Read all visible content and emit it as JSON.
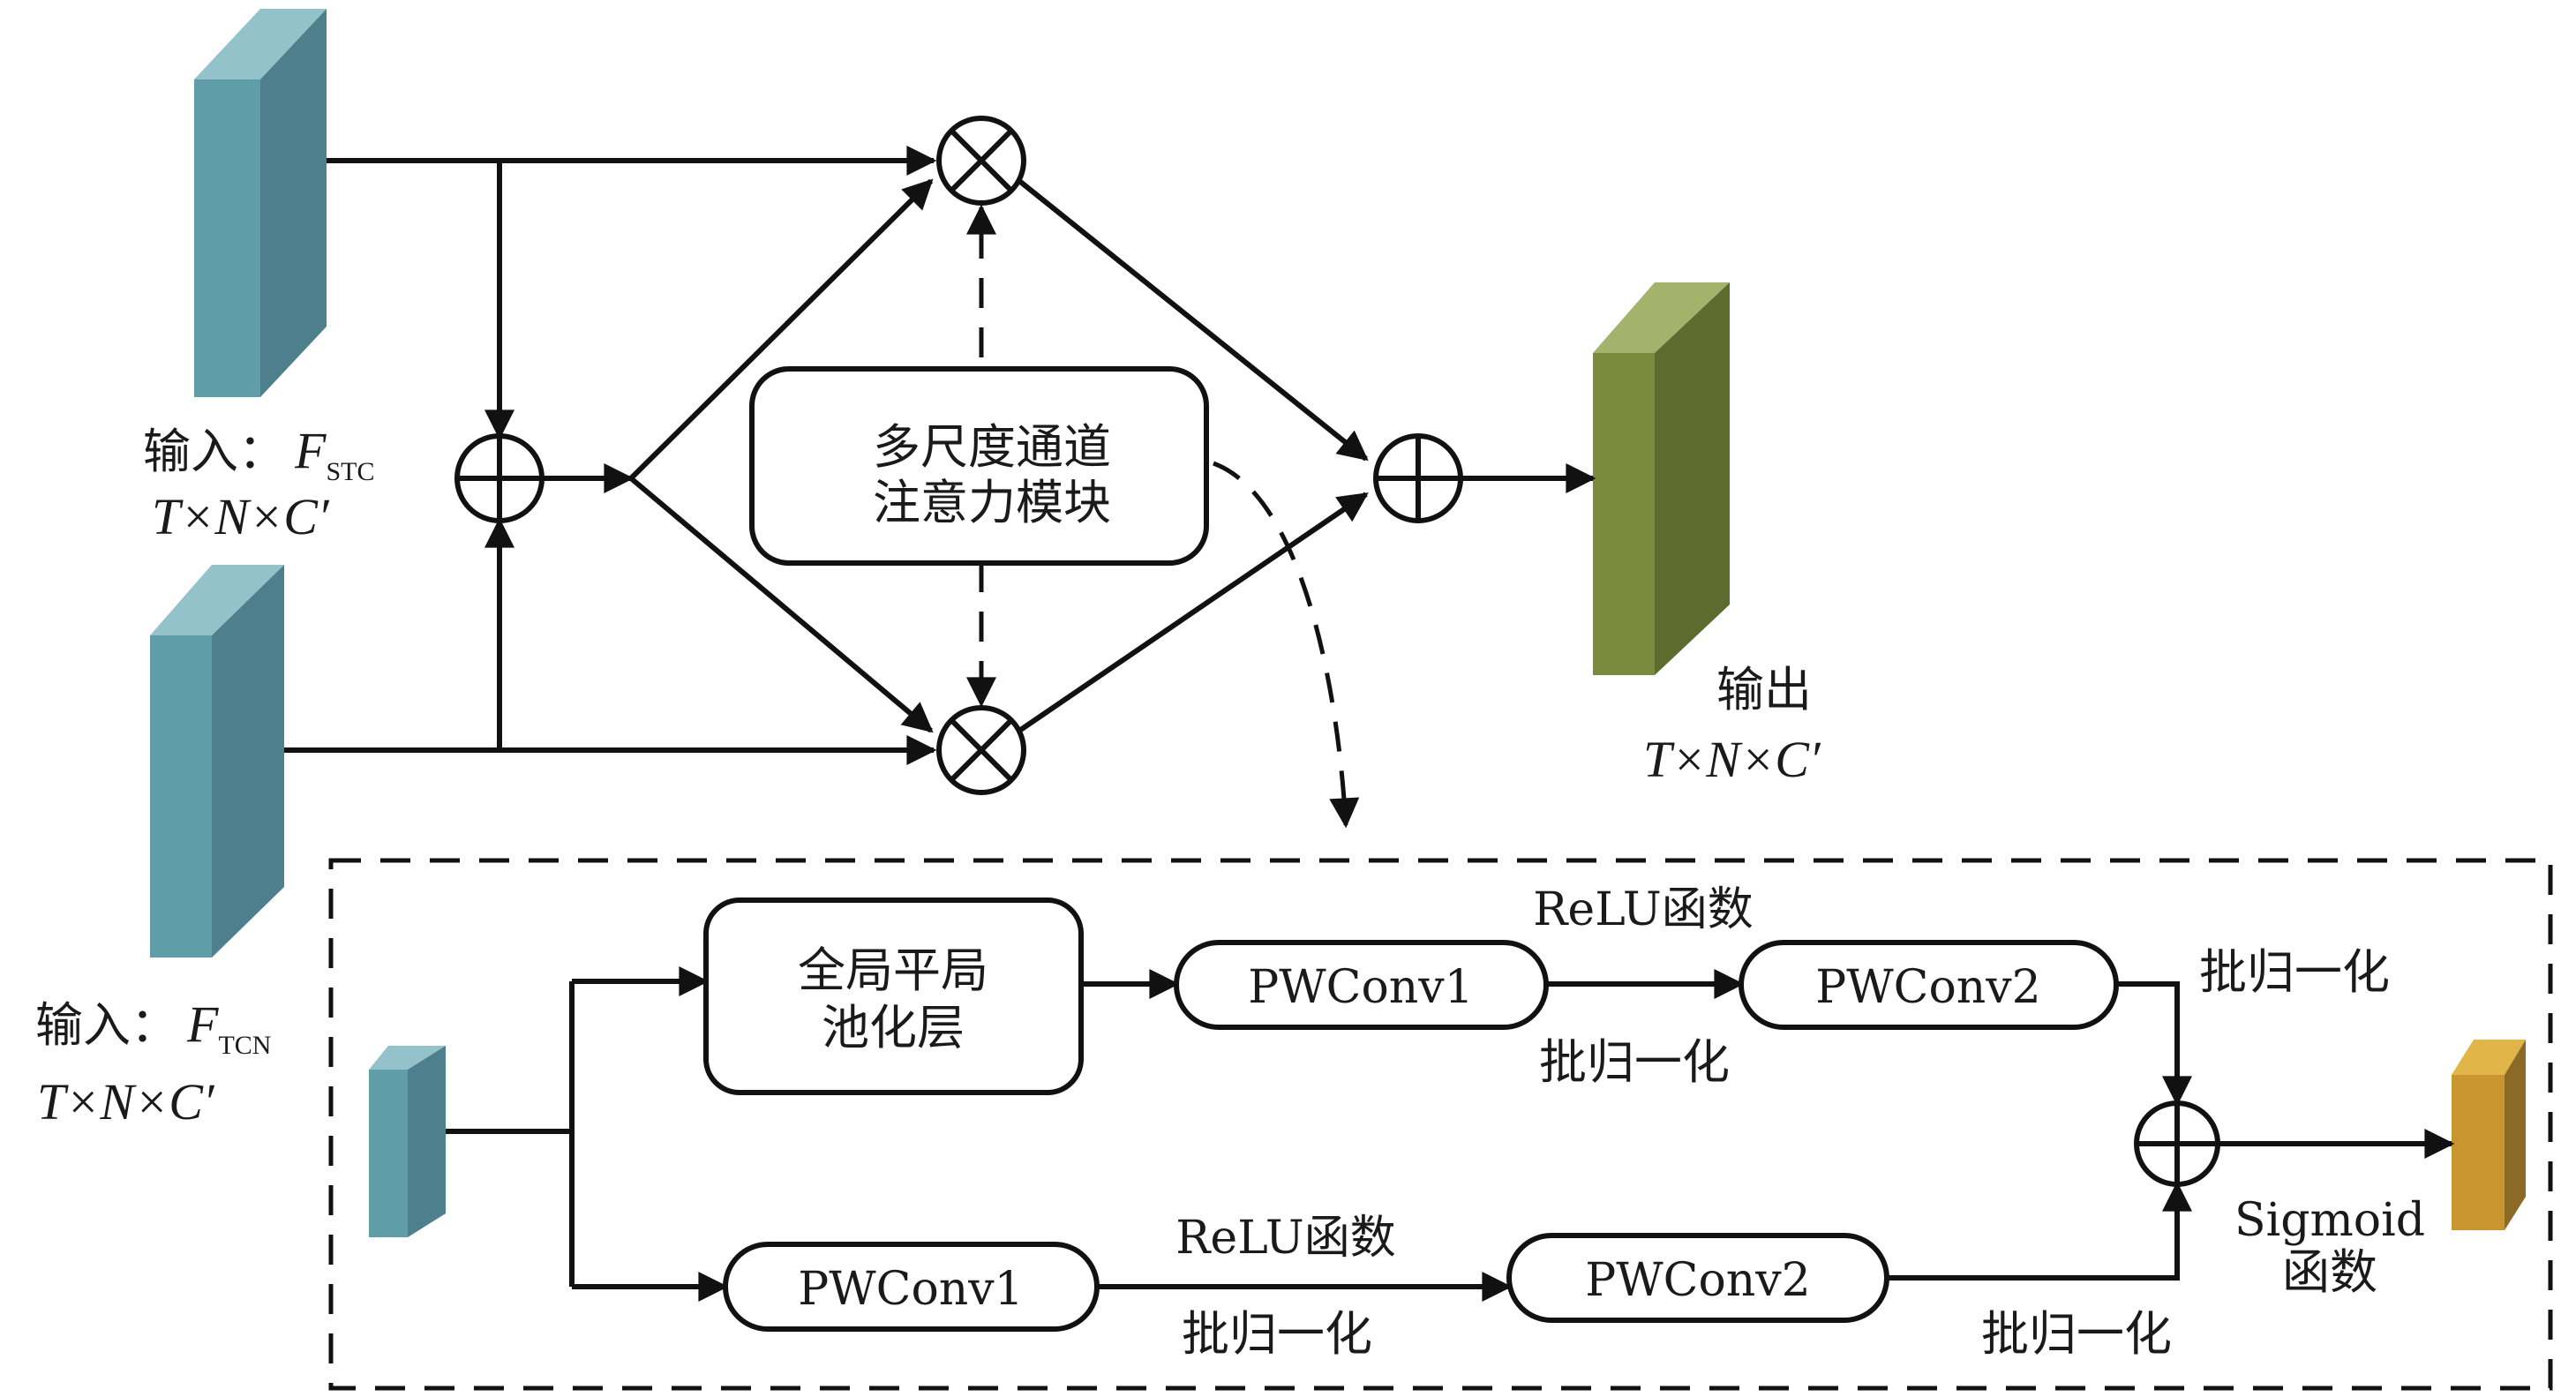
{
  "inputs": {
    "stc": {
      "prefix": "输入：",
      "symbol": "F",
      "sub": "STC",
      "dims": "T×N×C′"
    },
    "tcn": {
      "prefix": "输入：",
      "symbol": "F",
      "sub": "TCN",
      "dims": "T×N×C′"
    }
  },
  "output": {
    "label": "输出",
    "dims": "T×N×C′"
  },
  "attention_module": {
    "line1": "多尺度通道",
    "line2": "注意力模块"
  },
  "detail": {
    "gap": {
      "line1": "全局平局",
      "line2": "池化层"
    },
    "top_conv1": "PWConv1",
    "top_conv2": "PWConv2",
    "top_relu": "ReLU函数",
    "top_bn1": "批归一化",
    "top_bn2": "批归一化",
    "bottom_conv1": "PWConv1",
    "bottom_conv2": "PWConv2",
    "bottom_relu": "ReLU函数",
    "bottom_bn1": "批归一化",
    "bottom_bn2": "批归一化",
    "sigmoid_line1": "Sigmoid",
    "sigmoid_line2": "函数"
  },
  "colors": {
    "input_front": "#5f9ea9",
    "input_side": "#4d7f8c",
    "input_top": "#93c2cb",
    "output_front": "#7a8a3e",
    "output_side": "#5d6b2e",
    "output_top": "#a4b36b",
    "sig_front": "#c9952e",
    "sig_side": "#8c6a25",
    "sig_top": "#e2b54a"
  }
}
